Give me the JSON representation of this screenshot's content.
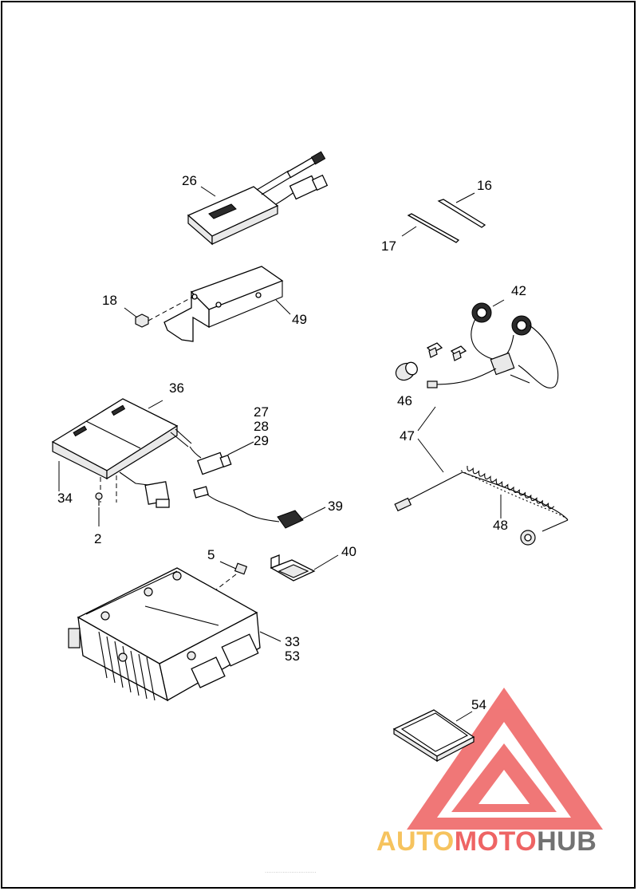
{
  "callouts": {
    "c2": "2",
    "c5": "5",
    "c16": "16",
    "c17": "17",
    "c18": "18",
    "c26": "26",
    "c27": "27",
    "c28": "28",
    "c29": "29",
    "c33": "33",
    "c34": "34",
    "c36": "36",
    "c39": "39",
    "c40": "40",
    "c42": "42",
    "c46": "46",
    "c47": "47",
    "c48": "48",
    "c49": "49",
    "c53": "53",
    "c54": "54"
  },
  "watermark": {
    "part1": "AUTO",
    "part2": "MOTO",
    "part3": "HUB",
    "color_orange": "#f5b942",
    "color_red": "#ec4a4a",
    "color_gray": "#5a5a5a"
  },
  "footer_text": "............................."
}
